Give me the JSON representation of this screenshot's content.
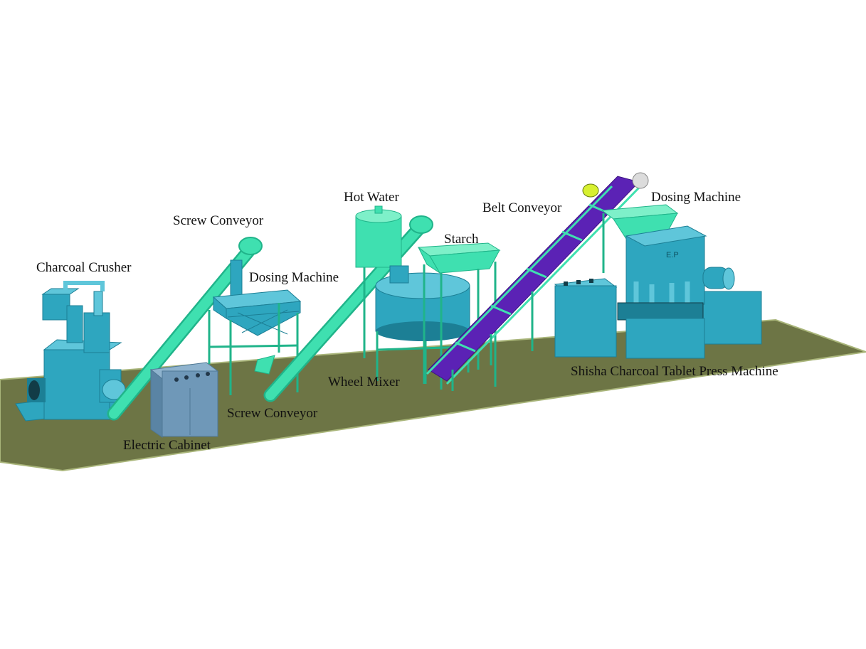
{
  "colors": {
    "ground": "#6d7545",
    "ground_edge": "#a9b57a",
    "machine": "#2ea6bf",
    "machine_dark": "#1c7f95",
    "machine_light": "#5fc6da",
    "conveyor": "#3fe0b0",
    "conveyor_dark": "#20b48a",
    "belt": "#5b22b5",
    "cabinet": "#6f98b8",
    "hopper": "#3fe3a6"
  },
  "labels": {
    "charcoal_crusher": "Charcoal Crusher",
    "screw_conveyor_1": "Screw Conveyor",
    "dosing_machine_1": "Dosing Machine",
    "hot_water": "Hot Water",
    "starch": "Starch",
    "belt_conveyor": "Belt Conveyor",
    "dosing_machine_2": "Dosing Machine",
    "wheel_mixer": "Wheel Mixer",
    "screw_conveyor_2": "Screw Conveyor",
    "electric_cabinet": "Electric Cabinet",
    "press_machine": "Shisha Charcoal Tablet Press Machine"
  },
  "press_plate_text": "E.P"
}
